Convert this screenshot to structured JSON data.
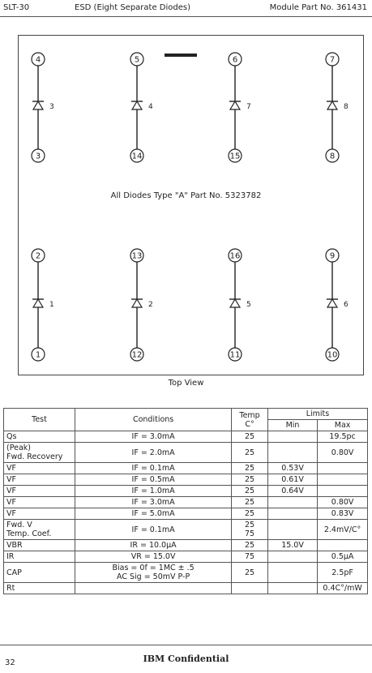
{
  "header": {
    "left": "SLT-30",
    "middle": "ESD (Eight Separate Diodes)",
    "right": "Module Part No. 361431"
  },
  "diagram": {
    "top_row": [
      {
        "top_pin": "4",
        "bottom_pin": "3",
        "diode": "3"
      },
      {
        "top_pin": "5",
        "bottom_pin": "14",
        "diode": "4"
      },
      {
        "top_pin": "6",
        "bottom_pin": "15",
        "diode": "7"
      },
      {
        "top_pin": "7",
        "bottom_pin": "8",
        "diode": "8"
      }
    ],
    "bottom_row": [
      {
        "top_pin": "2",
        "bottom_pin": "1",
        "diode": "1"
      },
      {
        "top_pin": "13",
        "bottom_pin": "12",
        "diode": "2"
      },
      {
        "top_pin": "16",
        "bottom_pin": "11",
        "diode": "5"
      },
      {
        "top_pin": "9",
        "bottom_pin": "10",
        "diode": "6"
      }
    ],
    "note": "All Diodes Type \"A\" Part No. 5323782",
    "caption": "Top View"
  },
  "table": {
    "headers": {
      "test": "Test",
      "conditions": "Conditions",
      "temp": "Temp",
      "temp_unit": "C°",
      "limits": "Limits",
      "min": "Min",
      "max": "Max"
    },
    "rows": [
      {
        "test": "Qs",
        "conditions": "IF = 3.0mA",
        "temp": "25",
        "min": "",
        "max": "19.5pc"
      },
      {
        "test": "(Peak)\nFwd. Recovery",
        "conditions": "IF = 2.0mA",
        "temp": "25",
        "min": "",
        "max": "0.80V"
      },
      {
        "test": "VF",
        "conditions": "IF = 0.1mA",
        "temp": "25",
        "min": "0.53V",
        "max": ""
      },
      {
        "test": "VF",
        "conditions": "IF = 0.5mA",
        "temp": "25",
        "min": "0.61V",
        "max": ""
      },
      {
        "test": "VF",
        "conditions": "IF = 1.0mA",
        "temp": "25",
        "min": "0.64V",
        "max": ""
      },
      {
        "test": "VF",
        "conditions": "IF = 3.0mA",
        "temp": "25",
        "min": "",
        "max": "0.80V"
      },
      {
        "test": "VF",
        "conditions": "IF = 5.0mA",
        "temp": "25",
        "min": "",
        "max": "0.83V"
      },
      {
        "test": "Fwd. V\nTemp. Coef.",
        "conditions": "IF = 0.1mA",
        "temp": "25\n75",
        "min": "",
        "max": "2.4mV/C°"
      },
      {
        "test": "VBR",
        "conditions": "IR = 10.0μA",
        "temp": "25",
        "min": "15.0V",
        "max": ""
      },
      {
        "test": "IR",
        "conditions": "VR = 15.0V",
        "temp": "75",
        "min": "",
        "max": "0.5μA"
      },
      {
        "test": "CAP",
        "conditions": "Bias = 0f = 1MC ± .5\nAC Sig = 50mV P-P",
        "temp": "25",
        "min": "",
        "max": "2.5pF"
      },
      {
        "test": "Rt",
        "conditions": "",
        "temp": "",
        "min": "",
        "max": "0.4C°/mW"
      }
    ]
  },
  "footer": {
    "page": "32",
    "confidential": "IBM Confidential"
  }
}
